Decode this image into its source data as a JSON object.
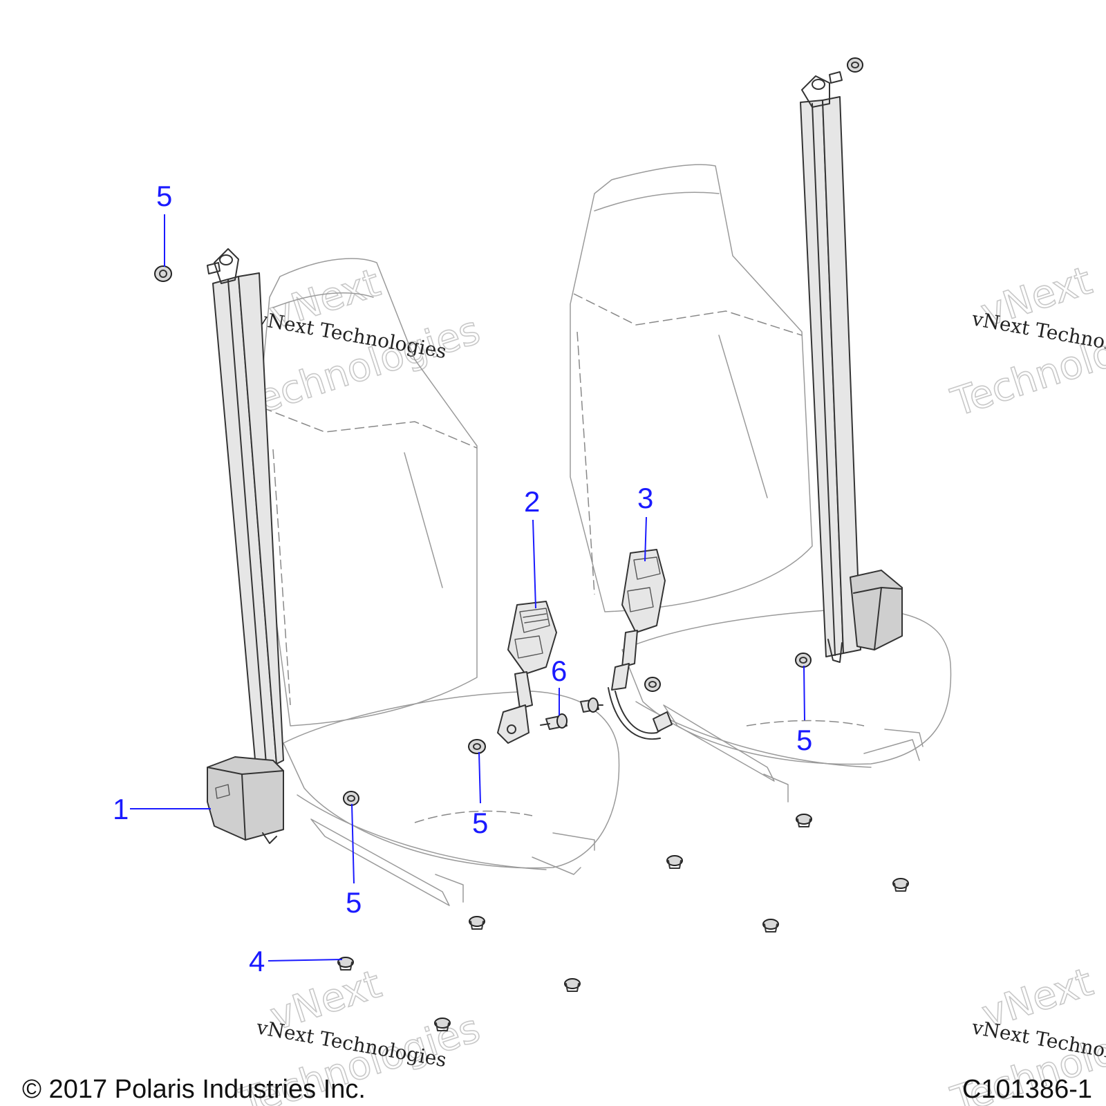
{
  "copyright": "© 2017 Polaris Industries Inc.",
  "figure_id": "C101386-1",
  "watermark": {
    "line1": "vNext Technologies",
    "big_word1": "vNext",
    "big_word2": "Technologies"
  },
  "callouts": {
    "c1": "1",
    "c2": "2",
    "c3": "3",
    "c4": "4",
    "c5a": "5",
    "c5b": "5",
    "c5c": "5",
    "c5d": "5",
    "c6": "6"
  },
  "colors": {
    "callout": "#1a1aff",
    "line": "#333333",
    "part_fill": "#e6e6e6"
  }
}
